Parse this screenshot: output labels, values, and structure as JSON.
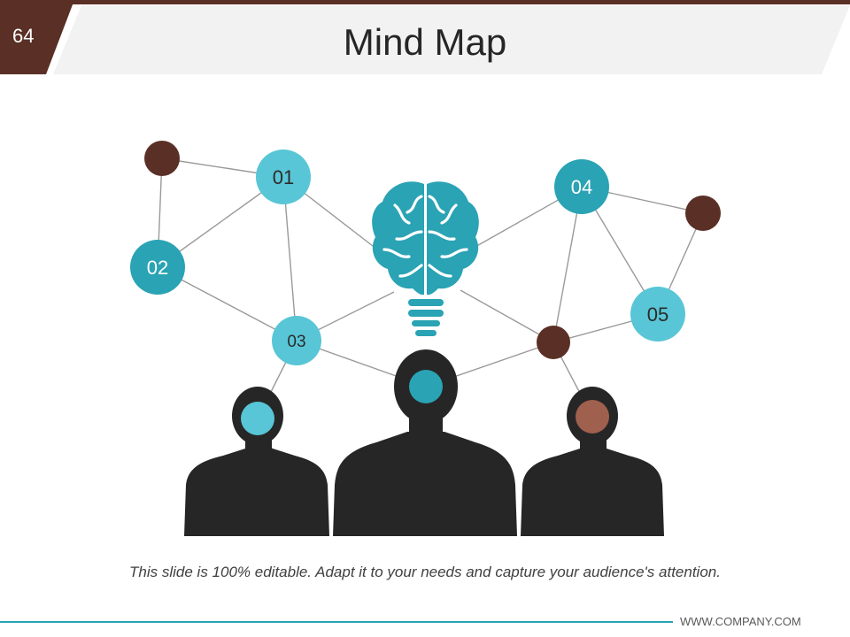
{
  "slide": {
    "number": "64",
    "title": "Mind Map"
  },
  "colors": {
    "accent_dark": "#5a2f25",
    "teal": "#2aa3b4",
    "teal_light": "#58c6d6",
    "brown": "#5a2f25",
    "copper": "#a0604e",
    "silhouette": "#262626",
    "line": "#9a9a9a"
  },
  "nodes": [
    {
      "label": "01",
      "style": "teal-light"
    },
    {
      "label": "02",
      "style": "teal"
    },
    {
      "label": "03",
      "style": "teal-light"
    },
    {
      "label": "04",
      "style": "teal"
    },
    {
      "label": "05",
      "style": "teal-light"
    }
  ],
  "icons": {
    "center": "brain-lightbulb-icon",
    "people": "person-silhouette-icon"
  },
  "caption": "This slide is 100% editable. Adapt it to your needs and capture your audience's attention.",
  "footer": {
    "website": "WWW.COMPANY.COM"
  }
}
